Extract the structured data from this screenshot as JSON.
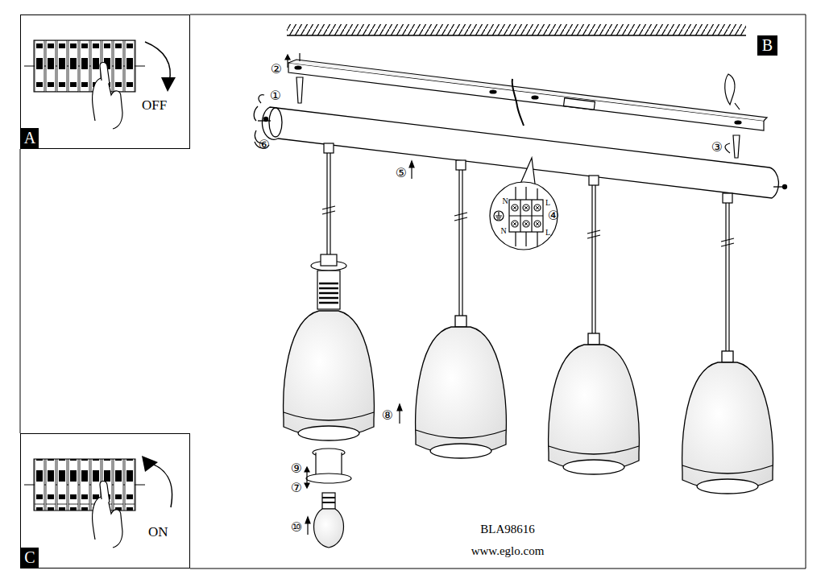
{
  "diagram": {
    "nodes": [
      {
        "text": [
          "OFF"
        ]
      },
      {
        "text": [
          "A"
        ],
        "in": 0
      },
      {
        "text": [
          "B"
        ]
      },
      {
        "text": [
          "ON"
        ]
      },
      {
        "text": [
          "C"
        ],
        "in": 3
      }
    ],
    "labels": [
      "①",
      "②",
      "③",
      "④",
      "⑤",
      "⑥",
      "⑦",
      "⑧",
      "⑨",
      "⑩",
      "N",
      "L",
      "N",
      "L",
      "BLA98616",
      "www.eglo.com"
    ]
  }
}
